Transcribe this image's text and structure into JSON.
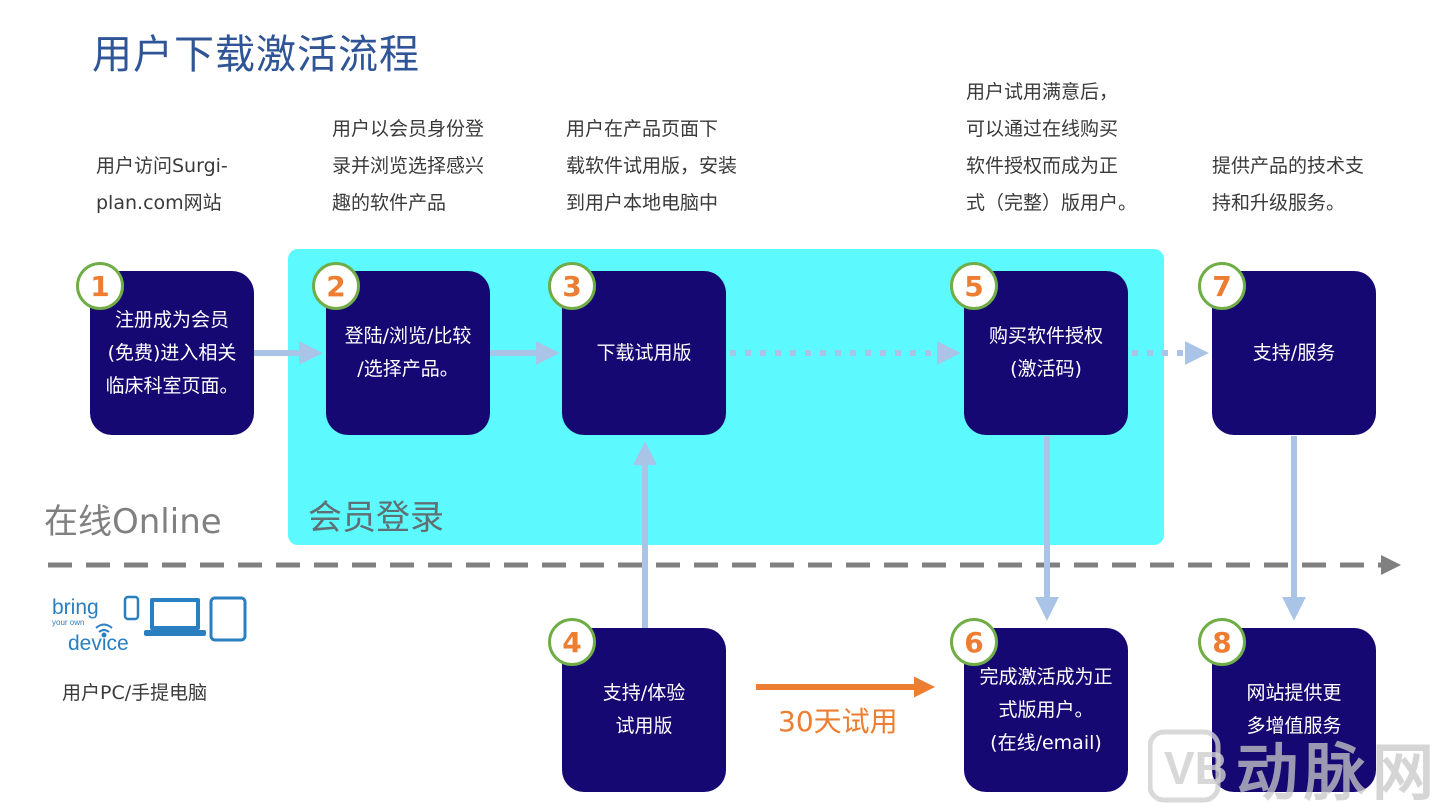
{
  "title": "用户下载激活流程",
  "descriptions": {
    "d1": "用户访问Surgi-\nplan.com网站",
    "d2": "用户以会员身份登\n录并浏览选择感兴\n趣的软件产品",
    "d3": "用户在产品页面下\n载软件试用版，安装\n到用户本地电脑中",
    "d5": "用户试用满意后，\n可以通过在线购买\n软件授权而成为正\n式（完整）版用户。",
    "d7": "提供产品的技术支\n持和升级服务。"
  },
  "steps": {
    "s1": {
      "number": "1",
      "label": "注册成为会员\n(免费)进入相关\n临床科室页面。"
    },
    "s2": {
      "number": "2",
      "label": "登陆/浏览/比较\n/选择产品。"
    },
    "s3": {
      "number": "3",
      "label": "下载试用版"
    },
    "s4": {
      "number": "4",
      "label": "支持/体验\n试用版"
    },
    "s5": {
      "number": "5",
      "label": "购买软件授权\n(激活码)"
    },
    "s6": {
      "number": "6",
      "label": "完成激活成为正\n式版用户。\n(在线/email)"
    },
    "s7": {
      "number": "7",
      "label": "支持/服务"
    },
    "s8": {
      "number": "8",
      "label": "网站提供更\n多增值服务"
    }
  },
  "zones": {
    "member": "会员登录",
    "online": "在线Online"
  },
  "device": {
    "logo_line1": "bring",
    "logo_line2": "your own",
    "logo_line3": "device",
    "caption": "用户PC/手提电脑"
  },
  "trial": "30天试用",
  "watermark": "动脉网",
  "colors": {
    "box": "#150873",
    "member_zone": "#5cfaff",
    "arrow": "#a9c4e6",
    "badge_border": "#70ad47",
    "badge_text": "#ed7d31",
    "trial_arrow": "#ed7d31",
    "divider": "#808080",
    "title": "#2f5597"
  }
}
